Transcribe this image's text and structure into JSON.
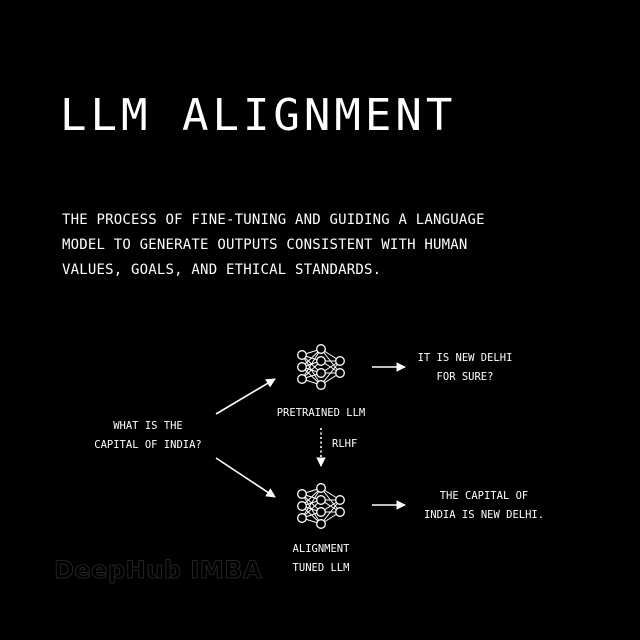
{
  "title": "LLM ALIGNMENT",
  "description": {
    "lines": [
      "THE PROCESS OF FINE-TUNING AND GUIDING A LANGUAGE",
      "MODEL TO GENERATE OUTPUTS CONSISTENT WITH HUMAN",
      "VALUES, GOALS, AND ETHICAL STANDARDS."
    ]
  },
  "diagram": {
    "question": [
      "WHAT IS THE",
      "CAPITAL OF INDIA?"
    ],
    "pretrained_label": [
      "PRETRAINED LLM"
    ],
    "pretrained_output": [
      "IT IS NEW DELHI",
      "FOR SURE?"
    ],
    "rlhf_label": "RLHF",
    "aligned_label": [
      "ALIGNMENT",
      "TUNED LLM"
    ],
    "aligned_output": [
      "THE CAPITAL OF",
      "INDIA IS NEW DELHI."
    ],
    "node_icon": "neural-network-icon"
  },
  "watermark": "DeepHub IMBA",
  "colors": {
    "background": "#000000",
    "foreground": "#ffffff"
  }
}
